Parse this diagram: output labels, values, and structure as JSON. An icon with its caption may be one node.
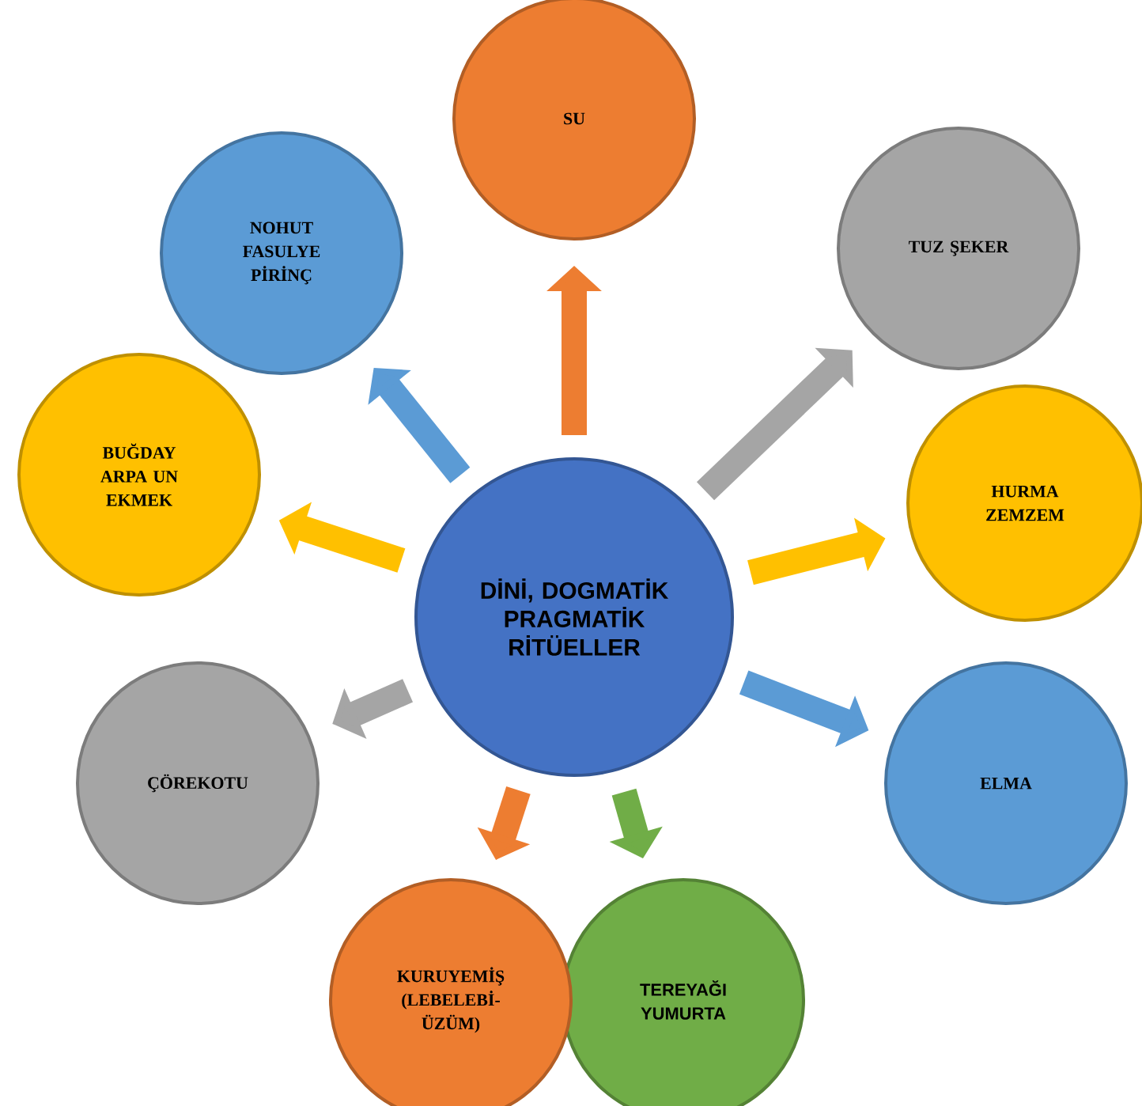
{
  "diagram": {
    "nodes": [
      {
        "text": [
          "DİNİ, DOGMATİK PRAGMATİK RİTÜELLER"
        ]
      },
      {
        "text": [
          "SU"
        ]
      },
      {
        "text": [
          "TUZ ŞEKER"
        ]
      },
      {
        "text": [
          "HURMA ZEMZEM"
        ]
      },
      {
        "text": [
          "ELMA"
        ]
      },
      {
        "text": [
          "TEREYAĞI YUMURTA"
        ]
      },
      {
        "text": [
          "KURUYEMİŞ (LEBELEBİ- ÜZÜM)"
        ]
      },
      {
        "text": [
          "ÇÖREKOTU"
        ]
      },
      {
        "text": [
          "BUĞDAY ARPA UN EKMEK"
        ]
      },
      {
        "text": [
          "NOHUT FASULYE PİRİNÇ"
        ]
      }
    ],
    "edges": [
      {
        "from": 0,
        "to": 1,
        "arrow": "to",
        "color": "#ed7d31"
      },
      {
        "from": 0,
        "to": 2,
        "arrow": "to",
        "color": "#a5a5a5"
      },
      {
        "from": 0,
        "to": 3,
        "arrow": "to",
        "color": "#ffc000"
      },
      {
        "from": 0,
        "to": 4,
        "arrow": "to",
        "color": "#5b9bd5"
      },
      {
        "from": 0,
        "to": 5,
        "arrow": "to",
        "color": "#70ad47"
      },
      {
        "from": 0,
        "to": 6,
        "arrow": "to",
        "color": "#ed7d31"
      },
      {
        "from": 0,
        "to": 7,
        "arrow": "to",
        "color": "#a5a5a5"
      },
      {
        "from": 0,
        "to": 8,
        "arrow": "to",
        "color": "#ffc000"
      },
      {
        "from": 0,
        "to": 9,
        "arrow": "to",
        "color": "#5b9bd5"
      }
    ]
  }
}
